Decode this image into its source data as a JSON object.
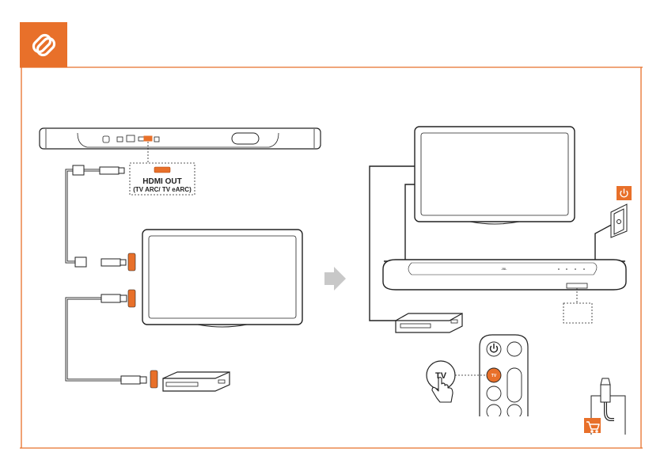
{
  "header": {
    "icon": "link-icon",
    "accent_color": "#e8702a"
  },
  "soundbar_rear": {
    "port_label": "HDMI OUT",
    "port_sublabel": "(TV ARC/ TV eARC)"
  },
  "remote": {
    "bubble_label": "TV",
    "button_label": "TV"
  },
  "soundbar_front": {
    "logo": "JBL"
  },
  "icons": [
    "power-icon",
    "wall-outlet-icon",
    "hand-pointer-icon",
    "cart-icon",
    "arrow-right-icon"
  ],
  "colors": {
    "frame_border": "#e8702a",
    "hdmi_port": "#e8702a",
    "power_badge": "#e8702a",
    "arrow": "#c8c8c8"
  }
}
